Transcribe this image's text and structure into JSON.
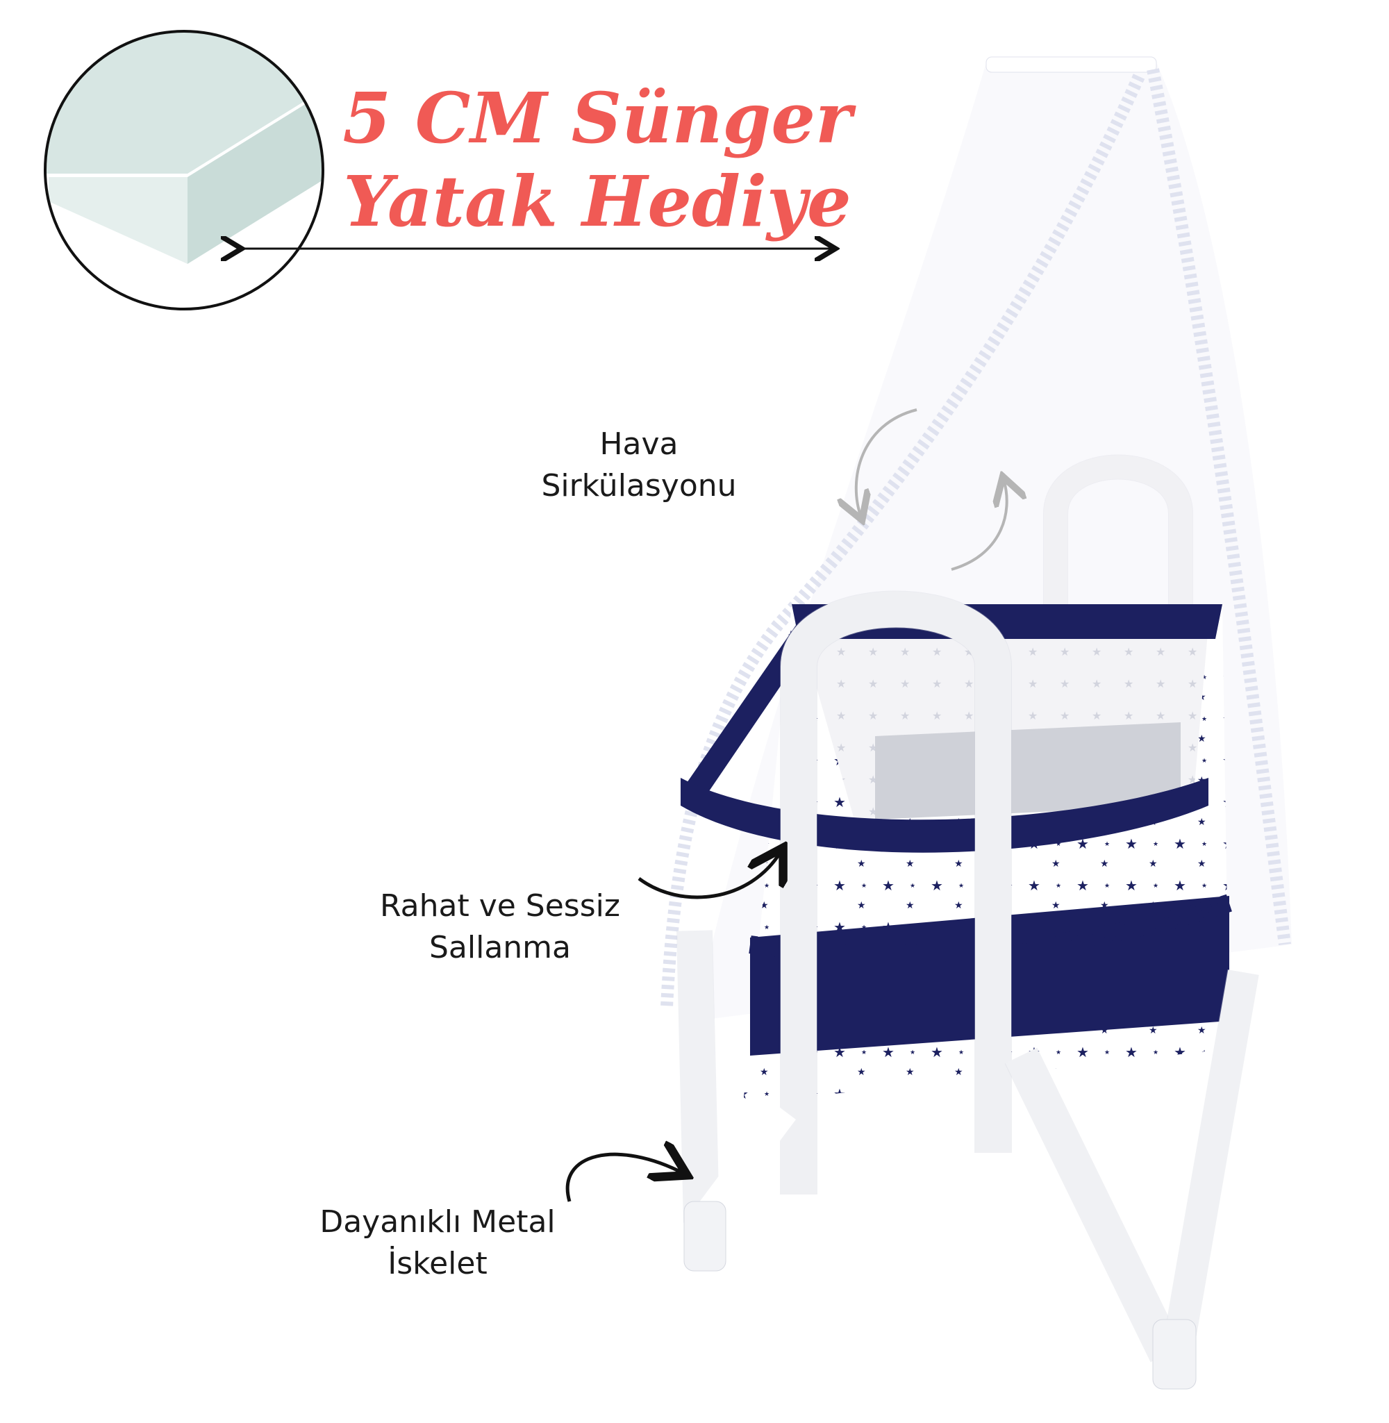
{
  "headline": {
    "line1": "5 CM Sünger",
    "line2": "Yatak Hediye",
    "color": "#f05a55"
  },
  "features": {
    "air": {
      "line1": "Hava",
      "line2": "Sirkülasyonu"
    },
    "rocking": {
      "line1": "Rahat ve Sessiz",
      "line2": "Sallanma"
    },
    "frame": {
      "line1": "Dayanıklı Metal",
      "line2": "İskelet"
    }
  },
  "colors": {
    "navy": "#1c2060",
    "white": "#ffffff",
    "foam": "#dbe9e6",
    "arrow": "#111111",
    "air_arrow": "#b5b5b5"
  }
}
